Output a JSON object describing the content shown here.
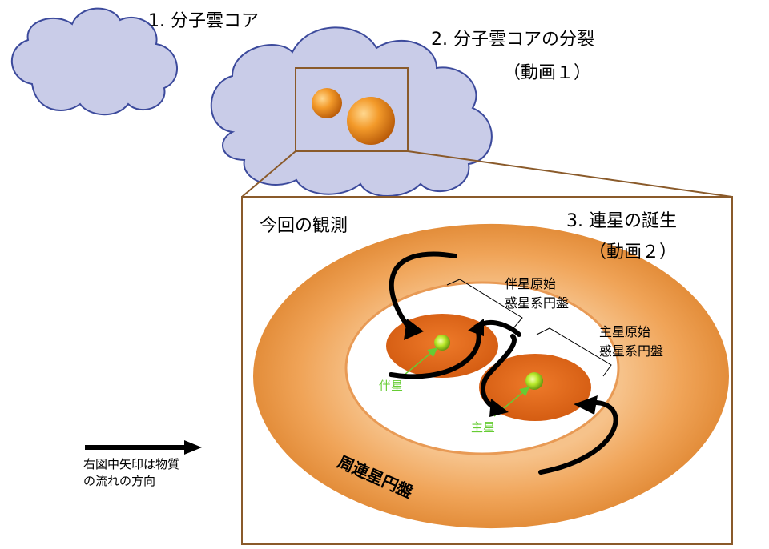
{
  "stages": {
    "stage1": "1. 分子雲コア",
    "stage2_line1": "2. 分子雲コアの分裂",
    "stage2_line2": "（動画１）",
    "stage3_line1": "3. 連星の誕生",
    "stage3_line2": "（動画２）"
  },
  "panel": {
    "observation": "今回の観測",
    "companion_disk_line1": "伴星原始",
    "companion_disk_line2": "惑星系円盤",
    "primary_disk_line1": "主星原始",
    "primary_disk_line2": "惑星系円盤",
    "companion_star": "伴星",
    "primary_star": "主星",
    "circumbinary_disk": "周連星円盤"
  },
  "legend": {
    "line1": "右図中矢印は物質",
    "line2": "の流れの方向"
  },
  "colors": {
    "cloud_fill": "#c9cce8",
    "cloud_stroke": "#3c4a9c",
    "disk_orange": "#f0a050",
    "inner_disk": "#e06a1c",
    "star_green": "#aee024",
    "label_green": "#66cc33",
    "frame_brown": "#8a5a2a"
  }
}
